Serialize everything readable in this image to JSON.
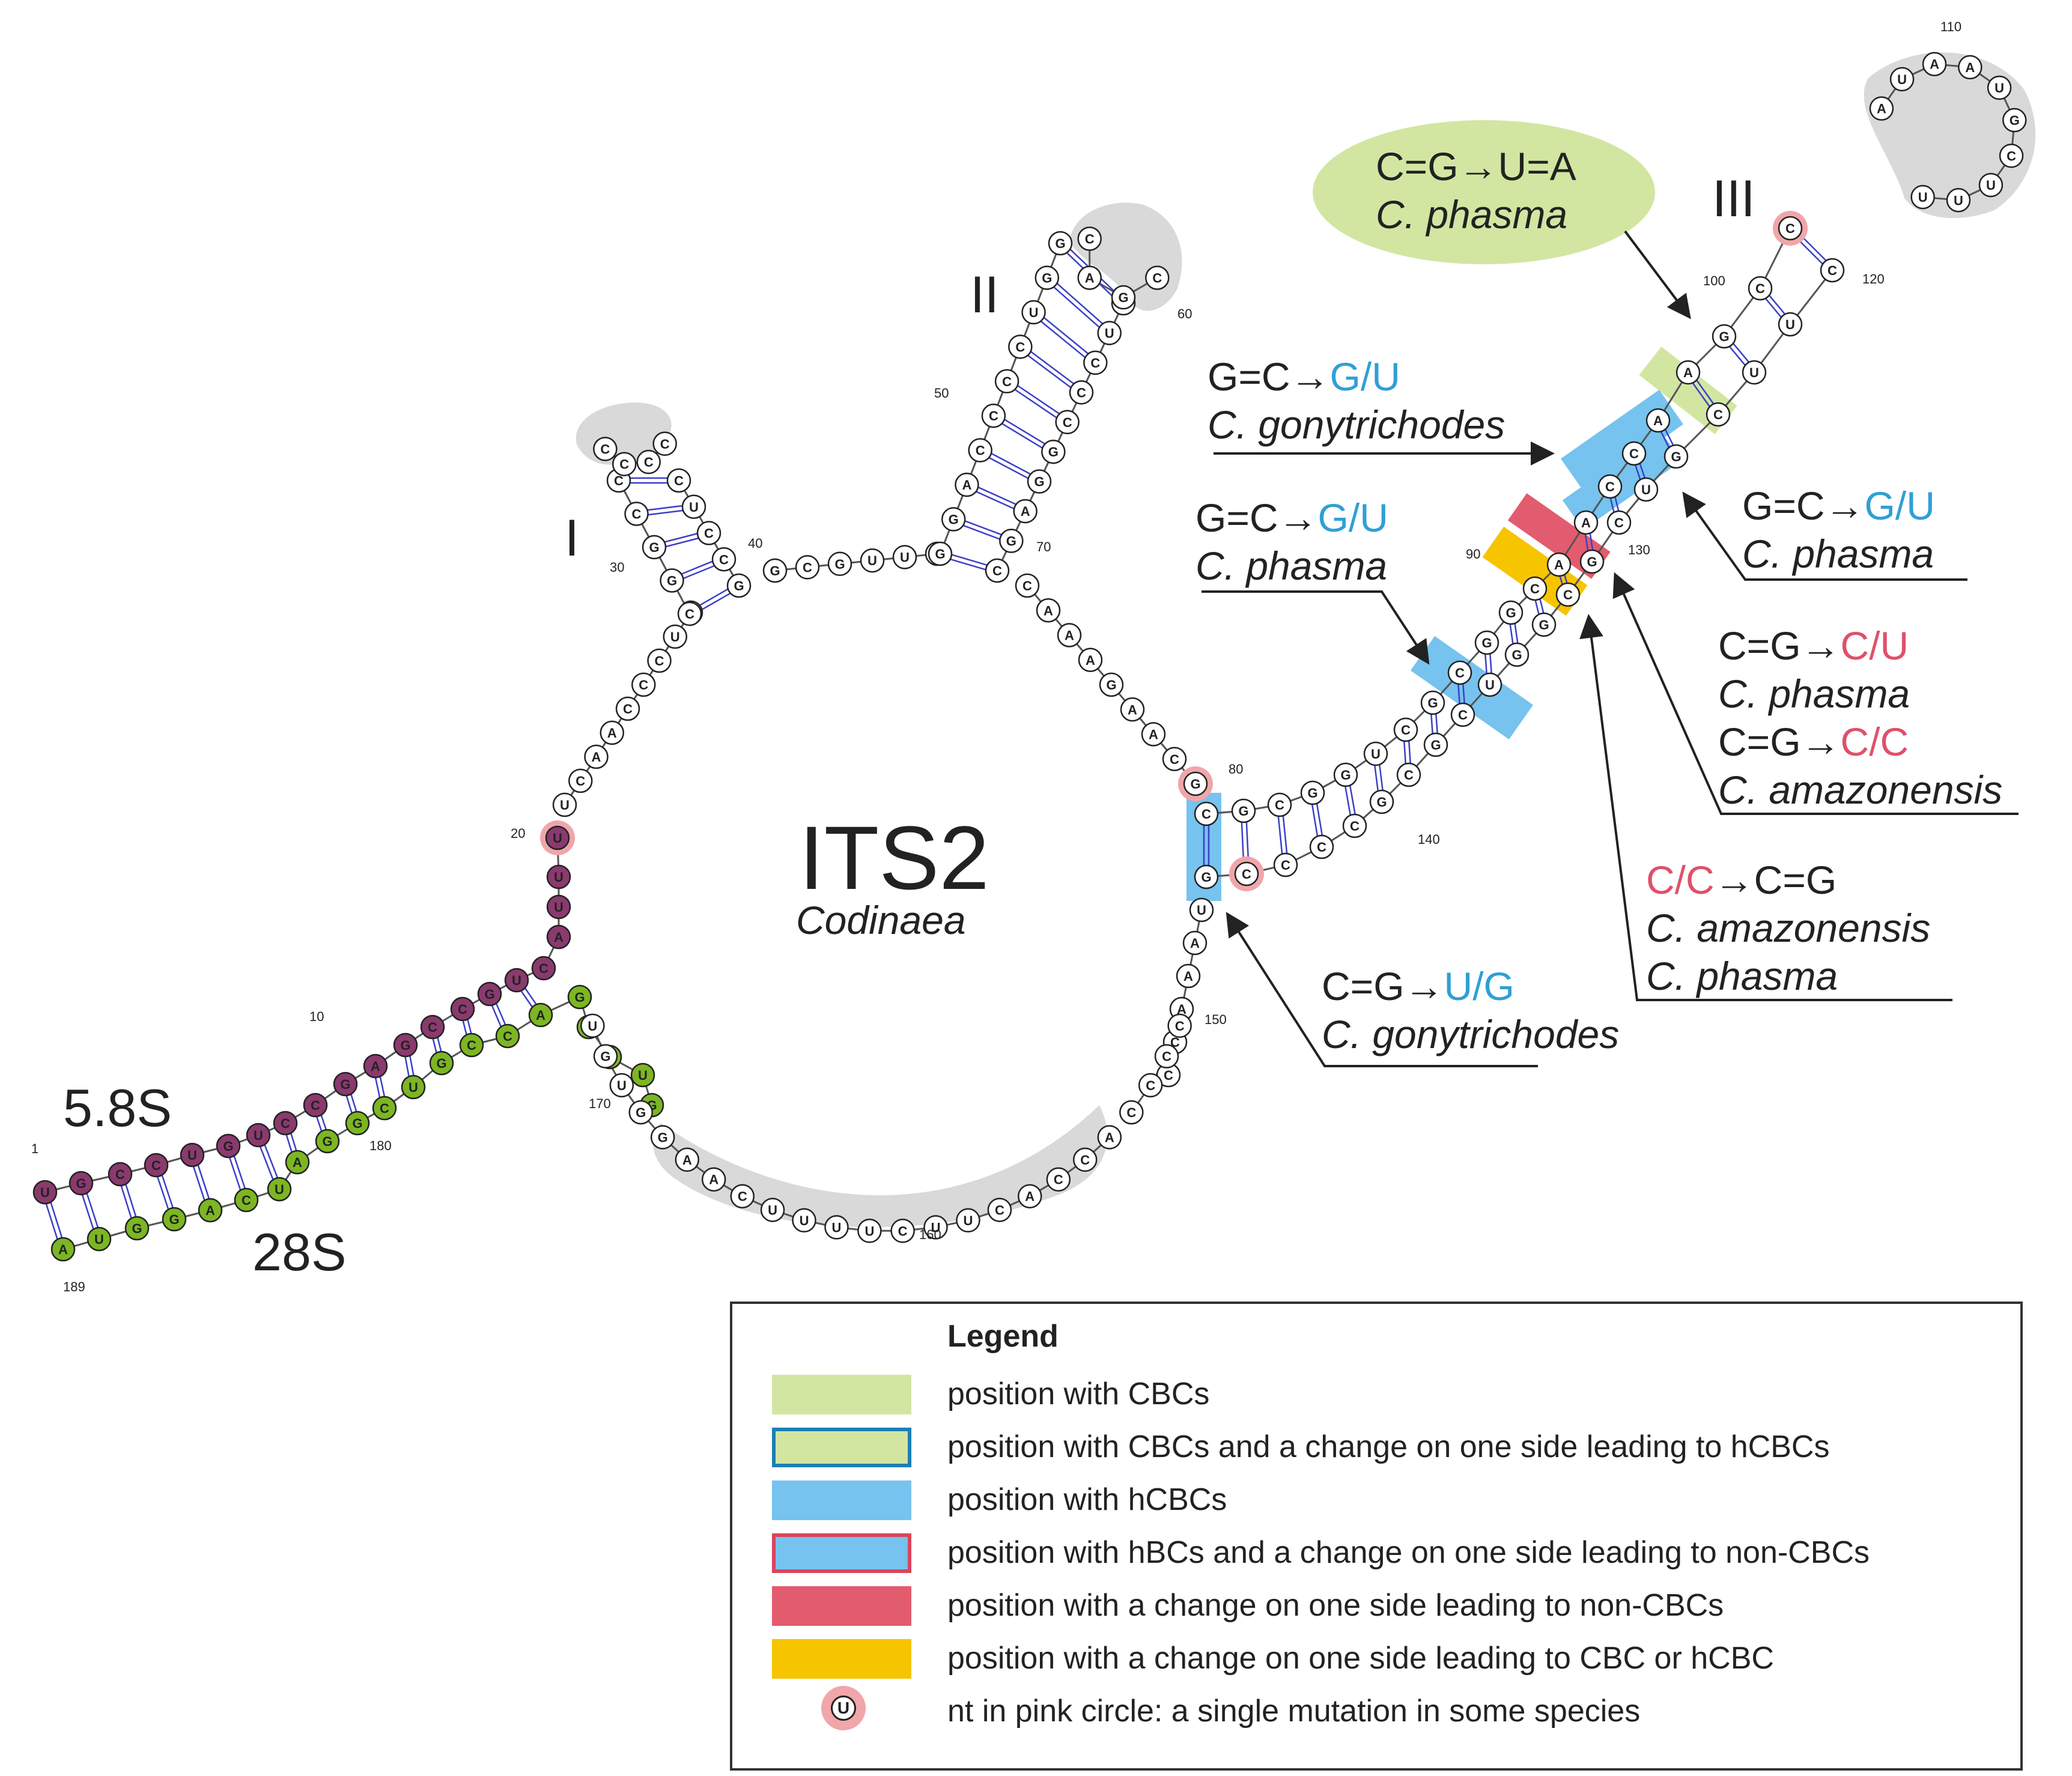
{
  "title": "ITS2",
  "subtitle": "Codinaea",
  "colors": {
    "cbc": "#d2e6a2",
    "hcbc": "#75c3ee",
    "non_cbc": "#e35b6e",
    "cbc_or_hcbc": "#f7c400",
    "pink": "#f0a6aa",
    "stem_5_8s": "#8a3a6e",
    "stem_28s": "#7cb623",
    "loop_shade": "#d9d9d9",
    "blue_text": "#2f9fd6",
    "red_text": "#e0506a",
    "bond": "#3a3fc8"
  },
  "labels": {
    "helix_1": "I",
    "helix_2": "II",
    "helix_3": "III",
    "region_58s": "5.8S",
    "region_28s": "28S"
  },
  "position_numbers": [
    "1",
    "10",
    "20",
    "30",
    "40",
    "50",
    "60",
    "70",
    "80",
    "90",
    "100",
    "110",
    "120",
    "130",
    "140",
    "150",
    "160",
    "170",
    "180",
    "189"
  ],
  "annotations": [
    {
      "id": "a1",
      "lines": [
        [
          "C=G→U=A"
        ],
        [
          "C. phasma"
        ]
      ]
    },
    {
      "id": "a2",
      "lines": [
        [
          "G=C→",
          "G/U"
        ],
        [
          "C. gonytrichodes"
        ]
      ]
    },
    {
      "id": "a3",
      "lines": [
        [
          "G=C→",
          "G/U"
        ],
        [
          "C. phasma"
        ]
      ]
    },
    {
      "id": "a4",
      "lines": [
        [
          "G=C→",
          "G/U"
        ],
        [
          "C. phasma"
        ]
      ]
    },
    {
      "id": "a5",
      "lines": [
        [
          "C=G→",
          "C/U"
        ],
        [
          "C. phasma"
        ],
        [
          "C=G→",
          "C/C"
        ],
        [
          "C. amazonensis"
        ]
      ]
    },
    {
      "id": "a6",
      "lines": [
        [
          "C/C",
          "→C=G"
        ],
        [
          "C. amazonensis"
        ],
        [
          "C. phasma"
        ]
      ]
    },
    {
      "id": "a7",
      "lines": [
        [
          "C=G→",
          "U/G"
        ],
        [
          "C. gonytrichodes"
        ]
      ]
    }
  ],
  "legend": {
    "title": "Legend",
    "items": [
      {
        "label": "position with CBCs",
        "fill": "#d2e6a2",
        "border": "none"
      },
      {
        "label": "position with CBCs and a change on one side leading to hCBCs",
        "fill": "#d2e6a2",
        "border": "#1b7fb5"
      },
      {
        "label": "position with hCBCs",
        "fill": "#75c3ee",
        "border": "none"
      },
      {
        "label": "position with hBCs and a change on one side leading to non-CBCs",
        "fill": "#75c3ee",
        "border": "#d9455d"
      },
      {
        "label": "position with a change on one side leading to non-CBCs",
        "fill": "#e35b6e",
        "border": "none"
      },
      {
        "label": "position with a change on one side leading to CBC or hCBC",
        "fill": "#f7c400",
        "border": "none"
      },
      {
        "label": "nt in pink circle: a single mutation in some species",
        "nt": "U"
      }
    ]
  },
  "structure": {
    "stem_58s": [
      "U",
      "G",
      "C",
      "C",
      "U",
      "G",
      "U",
      "C",
      "C",
      "G",
      "A",
      "G",
      "C",
      "C",
      "G",
      "U",
      "C",
      "A",
      "U",
      "U",
      "U"
    ],
    "stem_28s": [
      "A",
      "U",
      "G",
      "G",
      "A",
      "C",
      "U",
      "A",
      "G",
      "G",
      "C",
      "U",
      "G",
      "C",
      "C",
      "A",
      "G",
      "G",
      "U",
      "U",
      "G"
    ],
    "loop_ring": [
      "U",
      "C",
      "A",
      "A",
      "C",
      "C",
      "C",
      "U",
      "C",
      "C"
    ],
    "helix1_left": [
      "C",
      "G",
      "G",
      "C",
      "C"
    ],
    "helix1_right": [
      "C",
      "U",
      "C",
      "C",
      "G"
    ],
    "helix1_loop": [
      "C",
      "C",
      "C",
      "C"
    ],
    "linker_1_2": [
      "G",
      "C",
      "G",
      "U",
      "U",
      "G"
    ],
    "helix2_left": [
      "G",
      "G",
      "A",
      "C",
      "C",
      "C",
      "C",
      "U",
      "G",
      "G"
    ],
    "helix2_right": [
      "C",
      "U",
      "C",
      "C",
      "C",
      "G",
      "G",
      "A",
      "G",
      "C"
    ],
    "helix2_loop": [
      "C",
      "A",
      "G",
      "C"
    ],
    "linker_2_3": [
      "C",
      "A",
      "A",
      "A",
      "G",
      "A",
      "A",
      "C",
      "G"
    ],
    "helix3_left": [
      "C",
      "G",
      "C",
      "G",
      "G",
      "U",
      "C",
      "G",
      "C",
      "G",
      "G",
      "C",
      "A",
      "A",
      "C",
      "C",
      "A",
      "A",
      "G",
      "C",
      "C"
    ],
    "helix3_right": [
      "G",
      "C",
      "C",
      "C",
      "C",
      "G",
      "C",
      "G",
      "C",
      "U",
      "G",
      "G",
      "C",
      "G",
      "C",
      "U",
      "G",
      "C",
      "U",
      "U",
      "C"
    ],
    "helix3_loop": [
      "A",
      "U",
      "A",
      "A",
      "U",
      "G",
      "C",
      "U",
      "U",
      "U"
    ],
    "linker_3_end": [
      "U",
      "A",
      "A",
      "A",
      "C",
      "C",
      "C",
      "C",
      "C",
      "C"
    ],
    "loop_bottom": [
      "A",
      "C",
      "C",
      "A",
      "C",
      "U",
      "U",
      "C",
      "U",
      "U",
      "U",
      "U",
      "C",
      "A",
      "A",
      "G",
      "G",
      "U",
      "G",
      "U",
      "G",
      "U"
    ]
  }
}
